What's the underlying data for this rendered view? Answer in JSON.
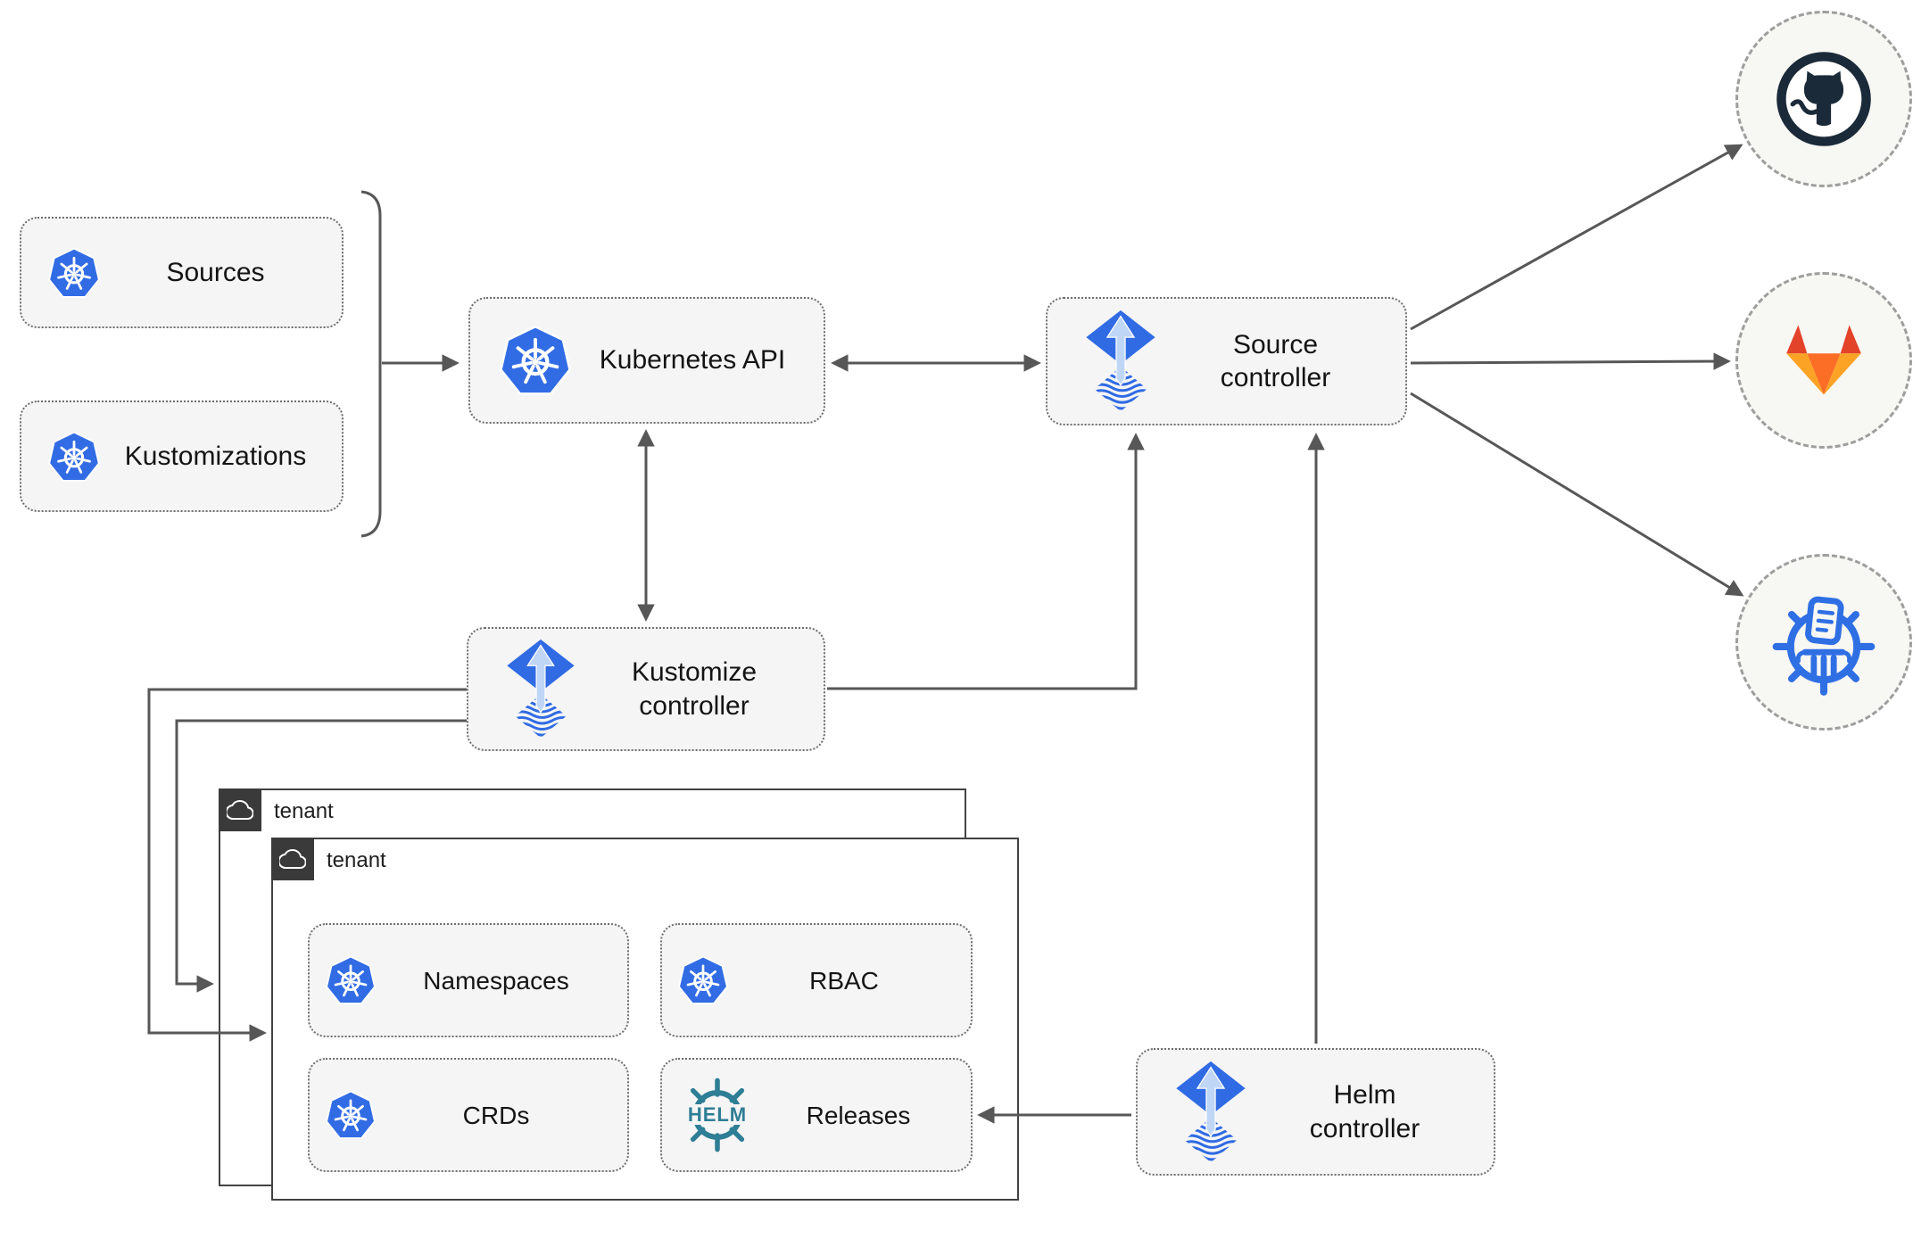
{
  "title": "Flux multi-tenancy architecture diagram",
  "nodes": {
    "sources": {
      "label": "Sources",
      "icon": "kubernetes"
    },
    "kustomizations": {
      "label": "Kustomizations",
      "icon": "kubernetes"
    },
    "kubernetes_api": {
      "label": "Kubernetes API",
      "icon": "kubernetes"
    },
    "source_controller": {
      "label": "Source\ncontroller",
      "icon": "flux"
    },
    "kustomize_controller": {
      "label": "Kustomize\ncontroller",
      "icon": "flux"
    },
    "helm_controller": {
      "label": "Helm\ncontroller",
      "icon": "flux"
    },
    "namespaces": {
      "label": "Namespaces",
      "icon": "kubernetes"
    },
    "rbac": {
      "label": "RBAC",
      "icon": "kubernetes"
    },
    "crds": {
      "label": "CRDs",
      "icon": "kubernetes"
    },
    "releases": {
      "label": "Releases",
      "icon": "helm"
    }
  },
  "groups": {
    "tenant_back": {
      "label": "tenant",
      "icon": "cloud"
    },
    "tenant_front": {
      "label": "tenant",
      "icon": "cloud"
    }
  },
  "endpoints": {
    "github": {
      "icon": "github-logo"
    },
    "gitlab": {
      "icon": "gitlab-logo"
    },
    "chart_repository": {
      "icon": "chartmuseum-logo"
    }
  },
  "icon_text": {
    "helm_logo": "HELM"
  },
  "edges": [
    {
      "from": "sources-kustomizations-bracket",
      "to": "kubernetes_api",
      "arrow": "end"
    },
    {
      "from": "kubernetes_api",
      "to": "source_controller",
      "arrow": "both"
    },
    {
      "from": "kubernetes_api",
      "to": "kustomize_controller",
      "arrow": "both"
    },
    {
      "from": "kustomize_controller",
      "to": "source_controller",
      "arrow": "end"
    },
    {
      "from": "kustomize_controller",
      "to": "tenant_back",
      "arrow": "end"
    },
    {
      "from": "kustomize_controller",
      "to": "tenant_front",
      "arrow": "end"
    },
    {
      "from": "helm_controller",
      "to": "source_controller",
      "arrow": "end"
    },
    {
      "from": "helm_controller",
      "to": "releases",
      "arrow": "end"
    },
    {
      "from": "source_controller",
      "to": "github",
      "arrow": "end"
    },
    {
      "from": "source_controller",
      "to": "gitlab",
      "arrow": "end"
    },
    {
      "from": "source_controller",
      "to": "chart_repository",
      "arrow": "end"
    }
  ],
  "colors": {
    "kubernetes_blue": "#326CE5",
    "flux_blue": "#306BE4",
    "flux_arrow_light": "#BFD6F6",
    "helm_teal": "#2E7E95",
    "github_dark": "#1B2A38",
    "gitlab_red": "#E24329",
    "gitlab_orange": "#FC6D26",
    "gitlab_yellow": "#FCA326",
    "chartmuseum_blue": "#2F6FE4",
    "line_gray": "#575757",
    "node_background": "#F5F5F5",
    "tenant_header_dark": "#3A3A3A"
  }
}
